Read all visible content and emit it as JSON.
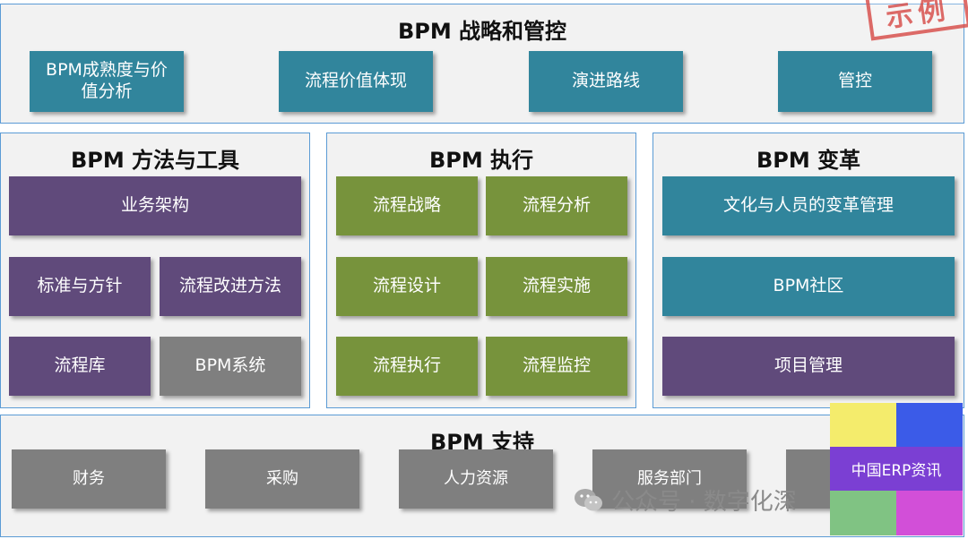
{
  "strategy": {
    "title": "BPM 战略和管控",
    "items": [
      "BPM成熟度与价值分析",
      "流程价值体现",
      "演进路线",
      "管控"
    ]
  },
  "methods": {
    "title": "BPM 方法与工具",
    "items": [
      "业务架构",
      "标准与方针",
      "流程改进方法",
      "流程库",
      "BPM系统"
    ]
  },
  "execution": {
    "title": "BPM 执行",
    "items": [
      "流程战略",
      "流程分析",
      "流程设计",
      "流程实施",
      "流程执行",
      "流程监控"
    ]
  },
  "transformation": {
    "title": "BPM 变革",
    "items": [
      "文化与人员的变革管理",
      "BPM社区",
      "项目管理"
    ]
  },
  "support": {
    "title": "BPM 支持",
    "items": [
      "财务",
      "采购",
      "人力资源",
      "服务部门"
    ]
  },
  "stamp": "示例",
  "watermark": "公众号 · 数字化深",
  "logo": {
    "text": "中国ERP资讯",
    "colors": {
      "yellow": "#f4ec6c",
      "blue": "#3b5be8",
      "purple": "#7b3fd3",
      "green": "#80c383",
      "magenta": "#d24fd8"
    }
  },
  "colors": {
    "teal": "#31859c",
    "purple": "#604a7b",
    "green": "#77933c",
    "gray": "#7f7f7f",
    "border": "#5b9bd5"
  }
}
